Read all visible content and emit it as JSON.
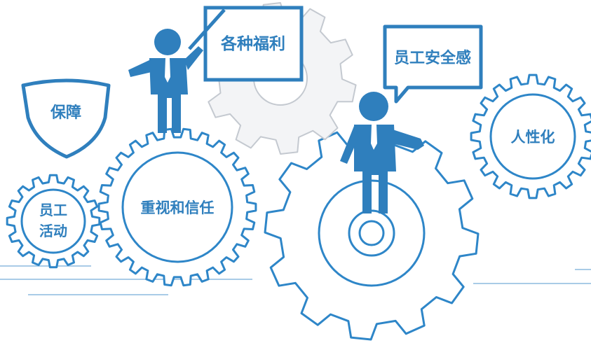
{
  "labels": {
    "benefits": "各种福利",
    "security": "员工安全感",
    "protection": "保障",
    "humanization": "人性化",
    "activities_line1": "员工",
    "activities_line2": "活动",
    "trust": "重视和信任"
  },
  "colors": {
    "primary": "#2f7fbd",
    "gear_fill": "#f3f4f6",
    "outline": "#2e86c8",
    "line": "#9ec6e6"
  },
  "icons": [
    "gear-icon",
    "shield-icon",
    "speech-bubble-icon",
    "businessman-icon"
  ]
}
